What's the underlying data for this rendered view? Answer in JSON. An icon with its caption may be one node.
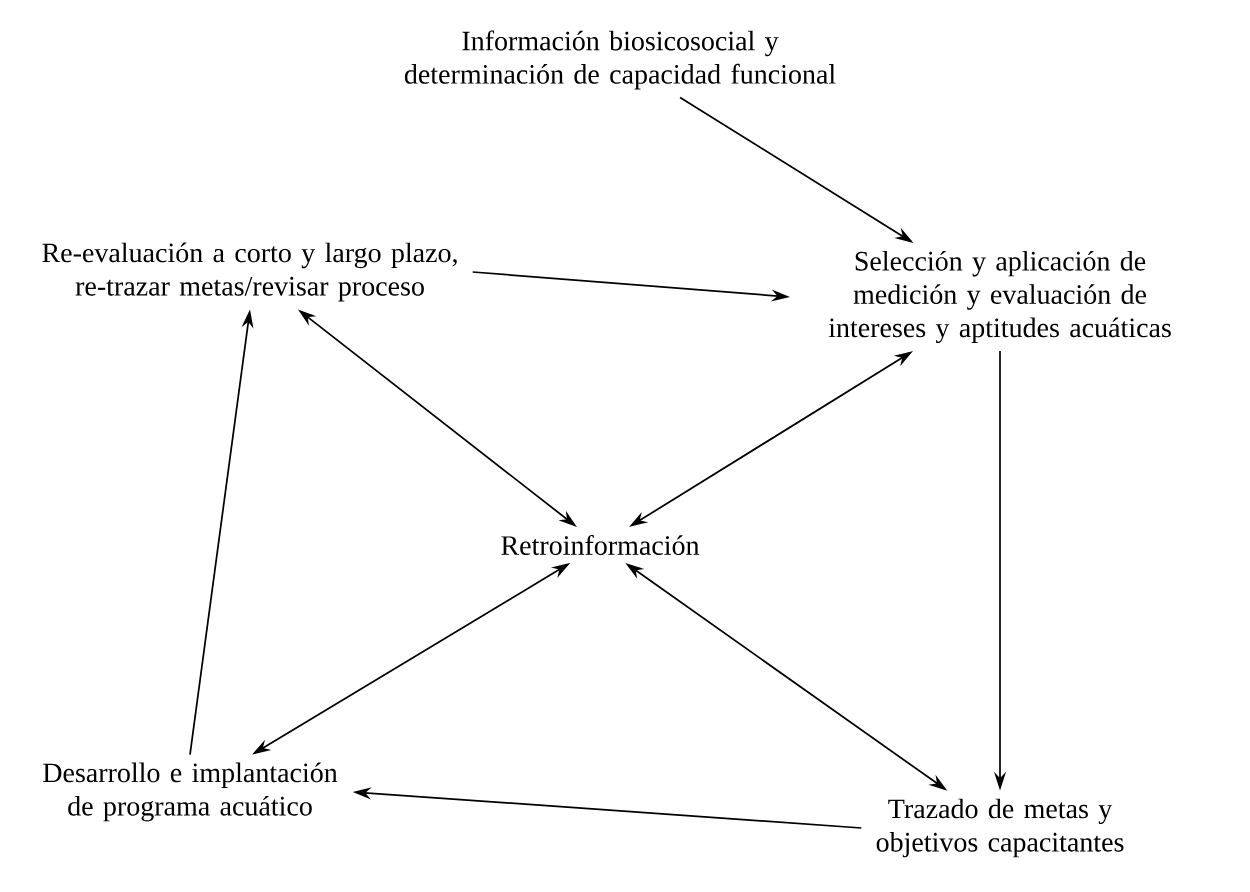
{
  "diagram": {
    "nodes": [
      {
        "text": [
          "Información biosicosocial y determinación de capacidad funcional"
        ]
      },
      {
        "text": [
          "Re-evaluación a corto y largo plazo, re-trazar metas/revisar proceso"
        ]
      },
      {
        "text": [
          "Selección y aplicación de medición y evaluación de intereses y aptitudes acuáticas"
        ]
      },
      {
        "text": [
          "Retroinformación"
        ]
      },
      {
        "text": [
          "Desarrollo e implantación de programa acuático"
        ]
      },
      {
        "text": [
          "Trazado de metas y objetivos capacitantes"
        ]
      }
    ],
    "edges": [
      {
        "from": 0,
        "to": 2,
        "arrow": "to"
      },
      {
        "from": 1,
        "to": 2,
        "arrow": "to"
      },
      {
        "from": 2,
        "to": 5,
        "arrow": "to"
      },
      {
        "from": 5,
        "to": 4,
        "arrow": "to"
      },
      {
        "from": 4,
        "to": 1,
        "arrow": "to"
      },
      {
        "from": 1,
        "to": 3,
        "arrow": "both"
      },
      {
        "from": 2,
        "to": 3,
        "arrow": "both"
      },
      {
        "from": 4,
        "to": 3,
        "arrow": "both"
      },
      {
        "from": 5,
        "to": 3,
        "arrow": "both"
      }
    ]
  }
}
